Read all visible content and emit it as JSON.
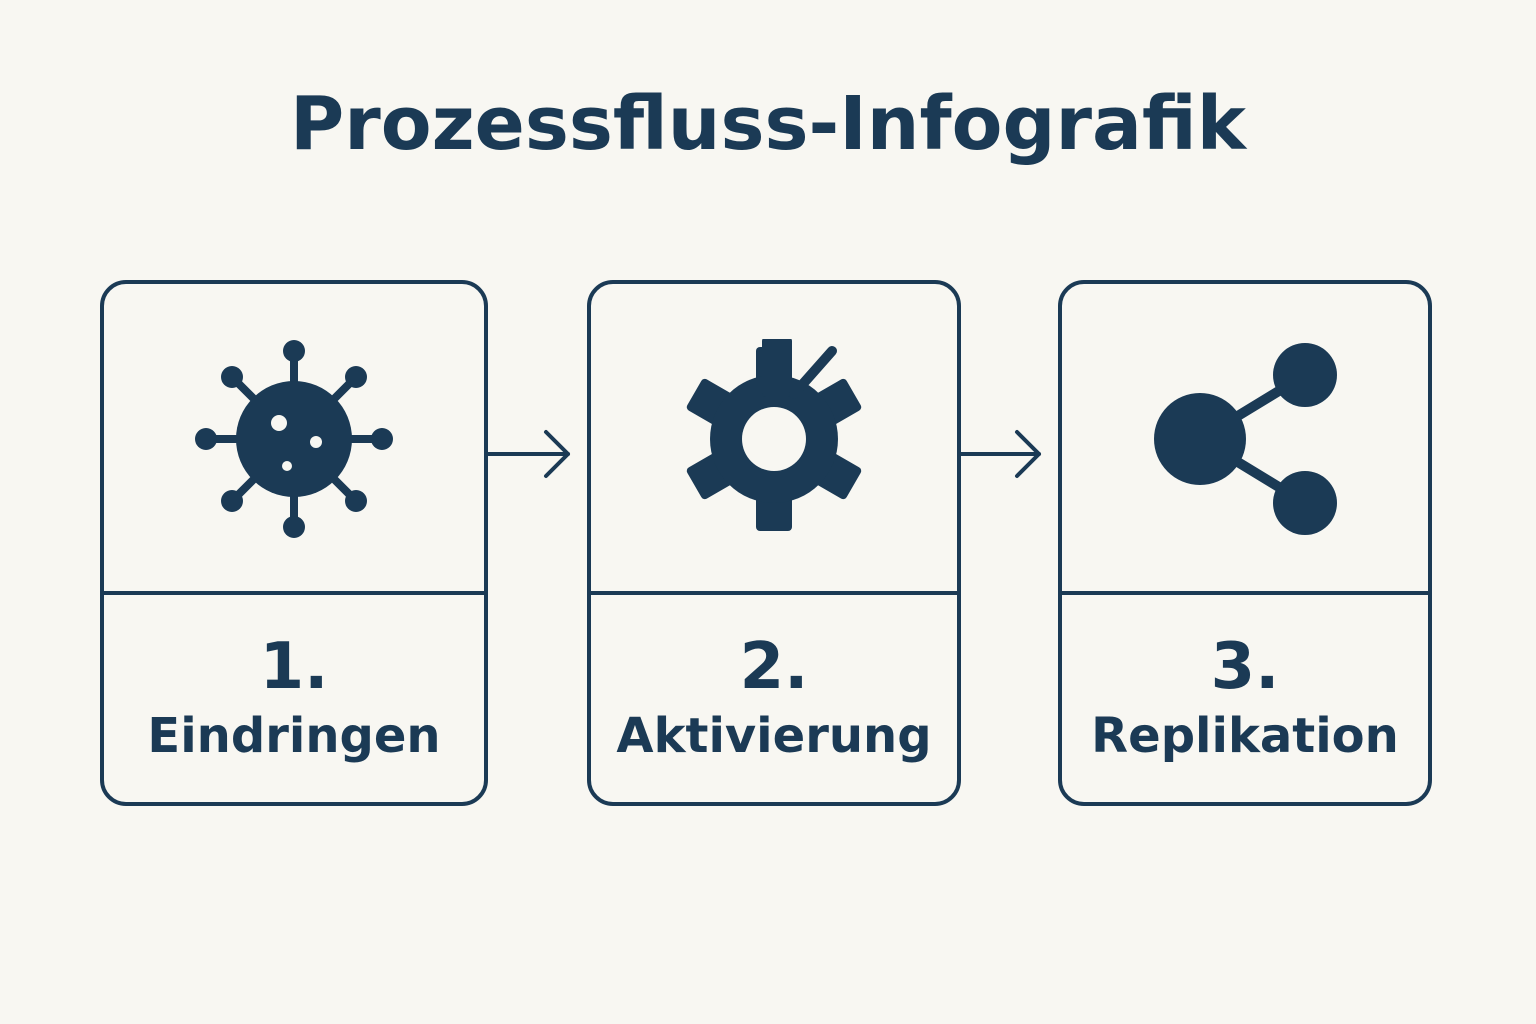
{
  "title": "Prozessfluss-Infografik",
  "colors": {
    "primary": "#1b3a55",
    "background": "#f8f7f2"
  },
  "steps": [
    {
      "number": "1.",
      "label": "Eindringen",
      "icon": "virus-icon"
    },
    {
      "number": "2.",
      "label": "Aktivierung",
      "icon": "gear-icon"
    },
    {
      "number": "3.",
      "label": "Replikation",
      "icon": "share-network-icon"
    }
  ]
}
